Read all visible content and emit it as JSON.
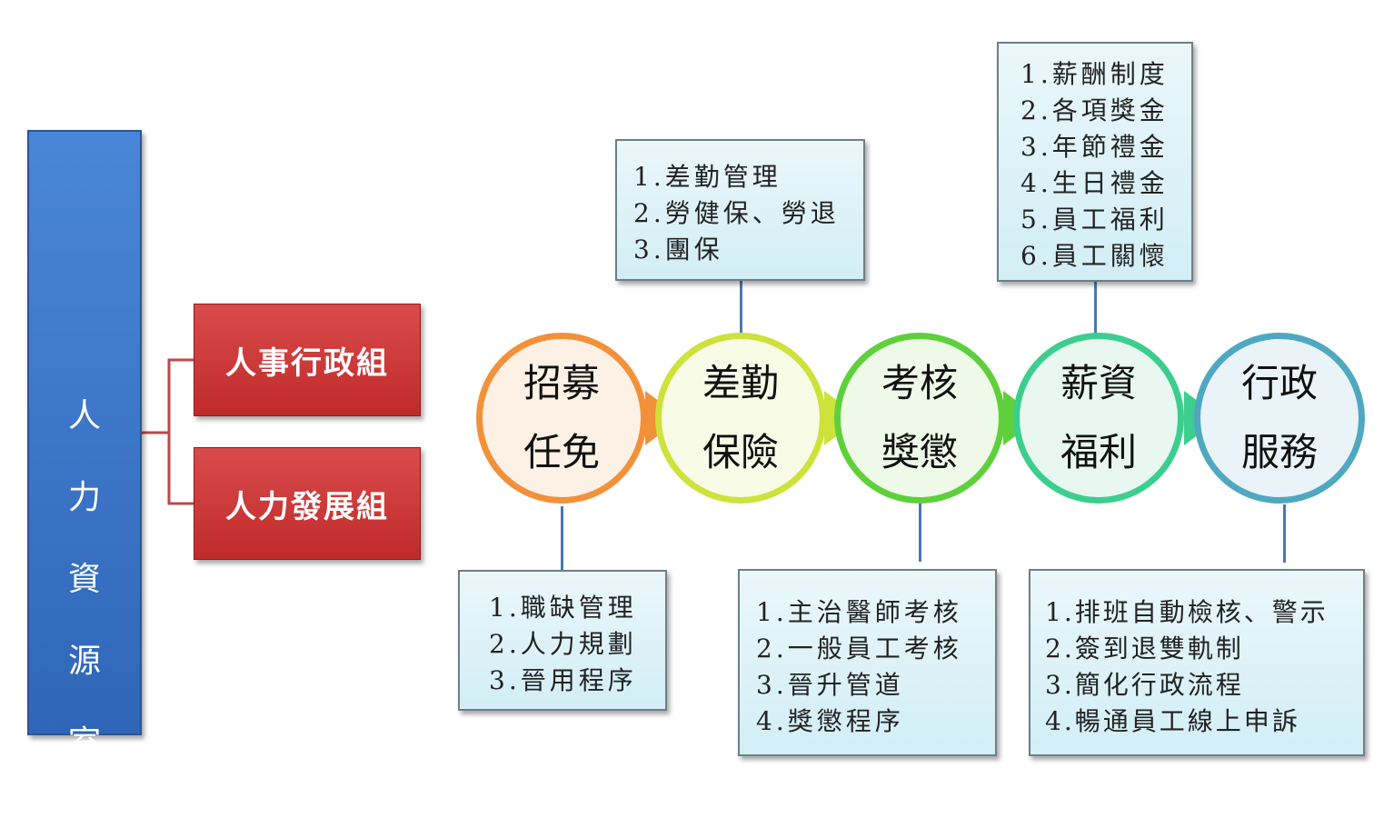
{
  "department": {
    "label": [
      "人",
      "力",
      "資",
      "源",
      "室"
    ]
  },
  "groups": [
    {
      "label": "人事行政組"
    },
    {
      "label": "人力發展組"
    }
  ],
  "process": [
    {
      "line1": "招募",
      "line2": "任免",
      "color": "#f2913a",
      "fill": "#fdf1e6",
      "details": [
        "1.職缺管理",
        "2.人力規劃",
        "3.晉用程序"
      ]
    },
    {
      "line1": "差勤",
      "line2": "保險",
      "color": "#cde23a",
      "fill": "#f8fbe6",
      "details": [
        "1.差勤管理",
        "2.勞健保、勞退",
        "3.團保"
      ]
    },
    {
      "line1": "考核",
      "line2": "獎懲",
      "color": "#5fd03c",
      "fill": "#eef9e8",
      "details": [
        "1.主治醫師考核",
        "2.一般員工考核",
        "3.晉升管道",
        "4.獎懲程序"
      ]
    },
    {
      "line1": "薪資",
      "line2": "福利",
      "color": "#3cce8e",
      "fill": "#e8f8f0",
      "details": [
        "1.薪酬制度",
        "2.各項獎金",
        "3.年節禮金",
        "4.生日禮金",
        "5.員工福利",
        "6.員工關懷"
      ]
    },
    {
      "line1": "行政",
      "line2": "服務",
      "color": "#4fa8c0",
      "fill": "#eaf4f8",
      "details": [
        "1.排班自動檢核、警示",
        "2.簽到退雙軌制",
        "3.簡化行政流程",
        "4.暢通員工線上申訴"
      ]
    }
  ]
}
